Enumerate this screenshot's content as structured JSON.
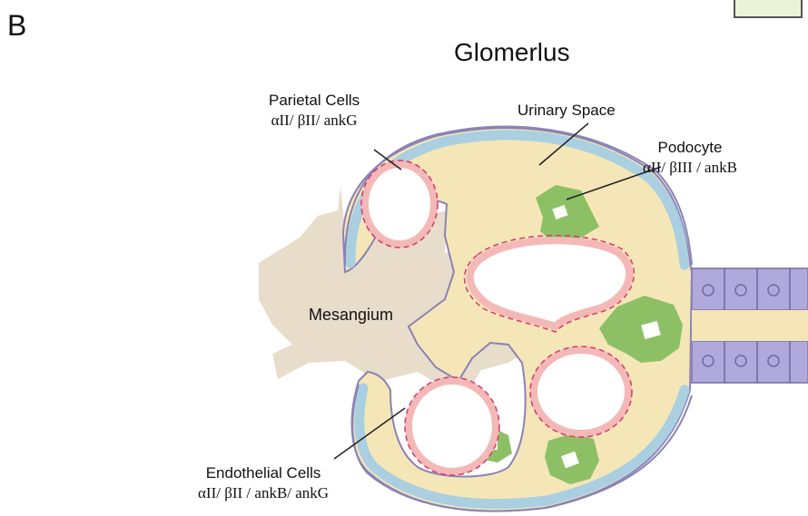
{
  "figure": {
    "panel_letter": "B",
    "title": "Glomerlus"
  },
  "labels": {
    "parietal": {
      "name": "Parietal Cells",
      "subunits": "αII/ βII/ ankG"
    },
    "urinary": {
      "name": "Urinary Space"
    },
    "podocyte": {
      "name": "Podocyte",
      "subunits": "αII/ βIII / ankB"
    },
    "mesangium": {
      "name": "Mesangium"
    },
    "endothelial": {
      "name": "Endothelial Cells",
      "subunits": "αII/ βII / ankB/ ankG"
    }
  },
  "colors": {
    "urinary_space": "#f5e6b8",
    "parietal_cells": "#a9cfe0",
    "mesangium": "#e8dccb",
    "podocyte": "#8dc065",
    "endothelial": "#f4b8b6",
    "endothelial_outline": "#d43a6e",
    "membrane": "#8b82b5",
    "tubule_cells": "#b0a9dc"
  }
}
